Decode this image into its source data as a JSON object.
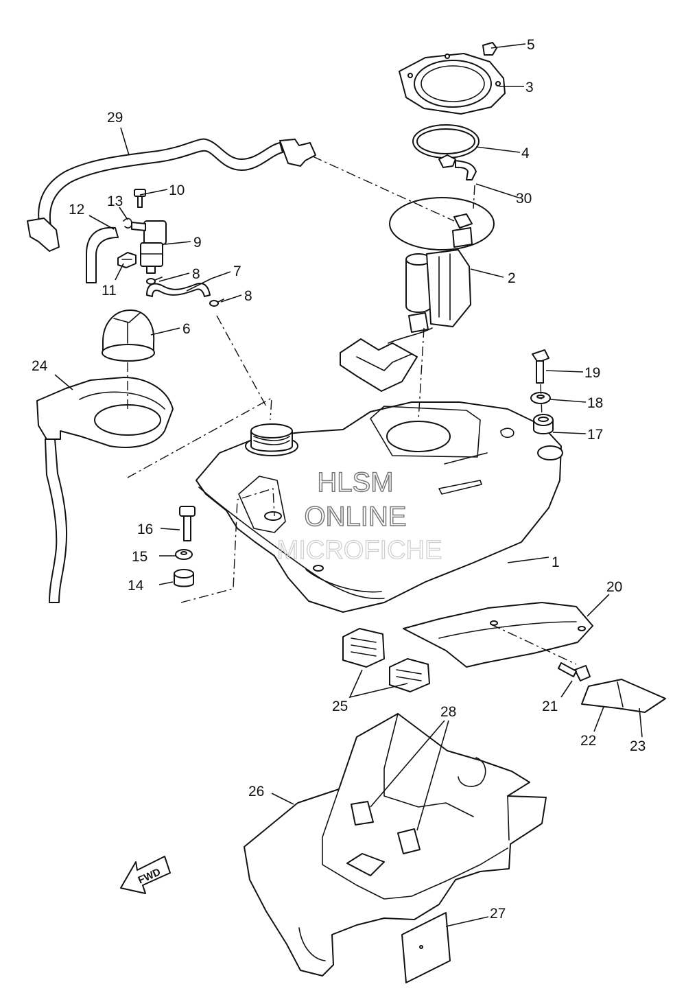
{
  "diagram": {
    "callouts": [
      {
        "id": "c1",
        "label": "1"
      },
      {
        "id": "c2",
        "label": "2"
      },
      {
        "id": "c3",
        "label": "3"
      },
      {
        "id": "c4",
        "label": "4"
      },
      {
        "id": "c5",
        "label": "5"
      },
      {
        "id": "c6",
        "label": "6"
      },
      {
        "id": "c7",
        "label": "7"
      },
      {
        "id": "c8a",
        "label": "8"
      },
      {
        "id": "c8b",
        "label": "8"
      },
      {
        "id": "c9",
        "label": "9"
      },
      {
        "id": "c10",
        "label": "10"
      },
      {
        "id": "c11",
        "label": "11"
      },
      {
        "id": "c12",
        "label": "12"
      },
      {
        "id": "c13",
        "label": "13"
      },
      {
        "id": "c14",
        "label": "14"
      },
      {
        "id": "c15",
        "label": "15"
      },
      {
        "id": "c16",
        "label": "16"
      },
      {
        "id": "c17",
        "label": "17"
      },
      {
        "id": "c18",
        "label": "18"
      },
      {
        "id": "c19",
        "label": "19"
      },
      {
        "id": "c20",
        "label": "20"
      },
      {
        "id": "c21",
        "label": "21"
      },
      {
        "id": "c22",
        "label": "22"
      },
      {
        "id": "c23",
        "label": "23"
      },
      {
        "id": "c24",
        "label": "24"
      },
      {
        "id": "c25",
        "label": "25"
      },
      {
        "id": "c26",
        "label": "26"
      },
      {
        "id": "c27",
        "label": "27"
      },
      {
        "id": "c28",
        "label": "28"
      },
      {
        "id": "c29",
        "label": "29"
      },
      {
        "id": "c30",
        "label": "30"
      }
    ],
    "direction_arrow": "FWD",
    "watermark": [
      "HLSM",
      "ONLINE",
      "MICROFICHE"
    ]
  }
}
